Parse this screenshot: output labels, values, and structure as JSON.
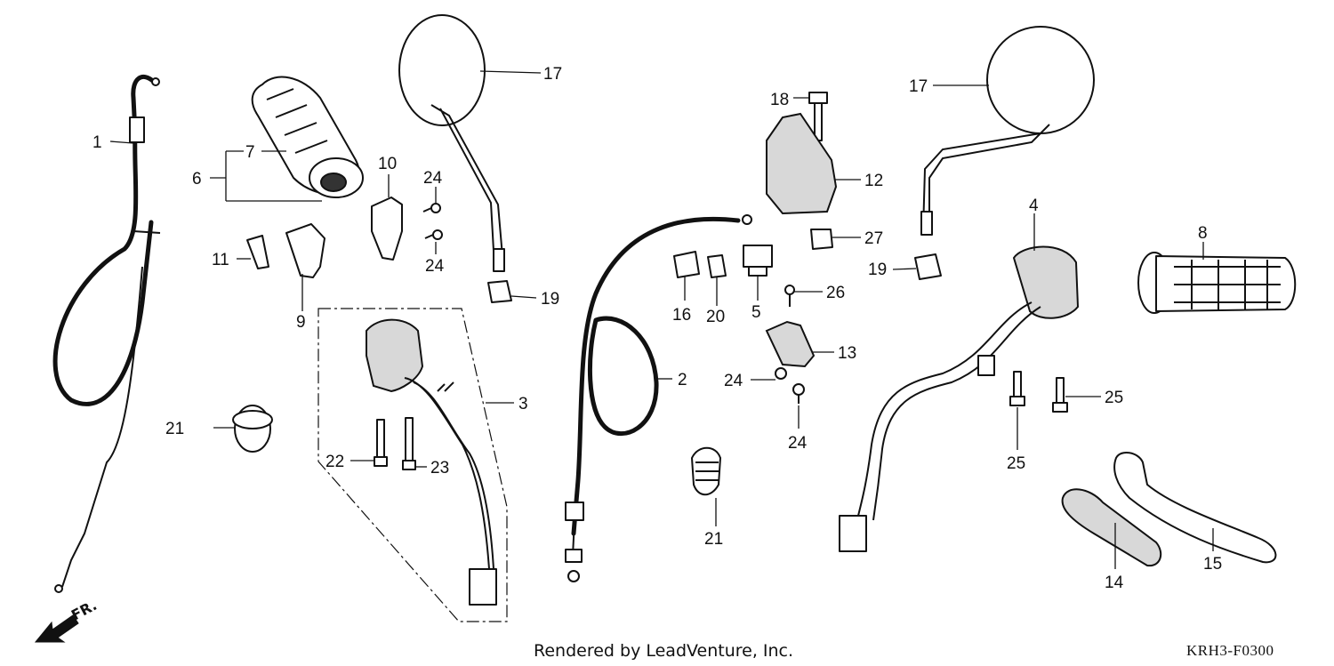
{
  "callouts": {
    "c1": "1",
    "c2": "2",
    "c3": "3",
    "c4": "4",
    "c5": "5",
    "c6": "6",
    "c7": "7",
    "c8": "8",
    "c9": "9",
    "c10": "10",
    "c11": "11",
    "c12": "12",
    "c13": "13",
    "c14": "14",
    "c15": "15",
    "c16": "16",
    "c17a": "17",
    "c17b": "17",
    "c18": "18",
    "c19a": "19",
    "c19b": "19",
    "c20": "20",
    "c21a": "21",
    "c21b": "21",
    "c22": "22",
    "c23": "23",
    "c24a": "24",
    "c24b": "24",
    "c24c": "24",
    "c24d": "24",
    "c25a": "25",
    "c25b": "25",
    "c26": "26",
    "c27": "27"
  },
  "footer": {
    "credit": "Rendered by LeadVenture, Inc.",
    "diagram_code": "KRH3-F0300",
    "direction_label": "FR."
  },
  "colors": {
    "line": "#111111",
    "background": "#ffffff"
  }
}
